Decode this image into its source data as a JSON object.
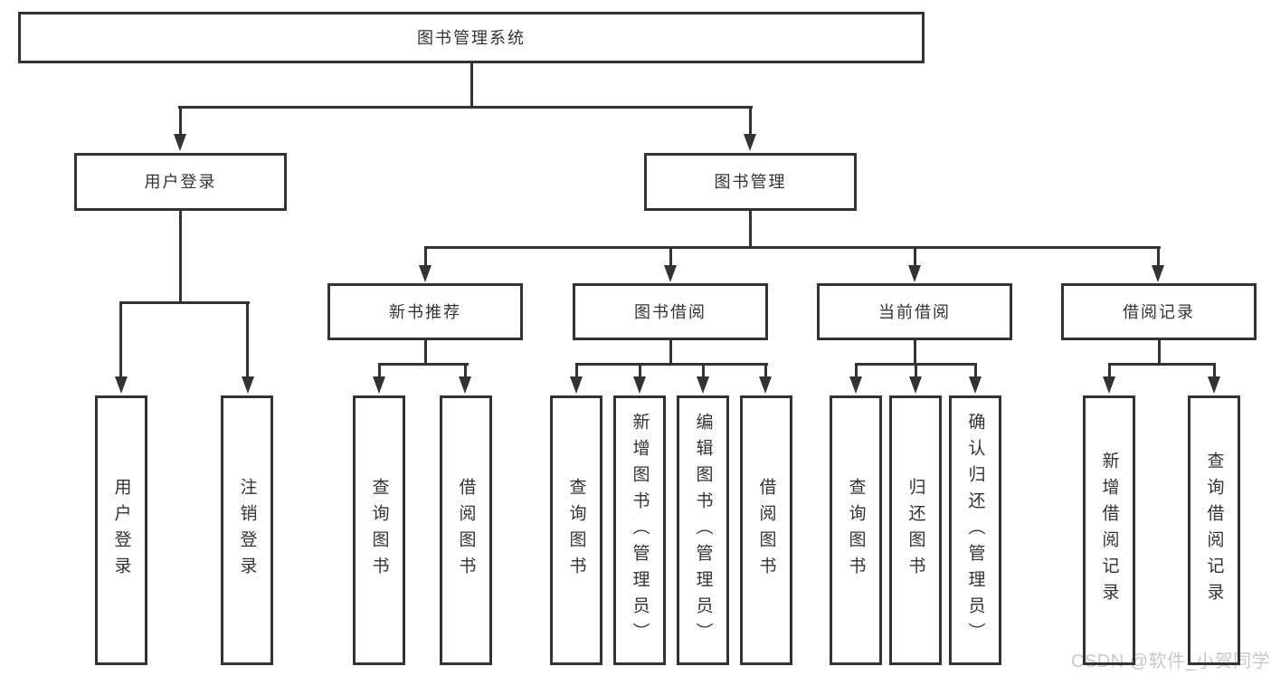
{
  "colors": {
    "line": "#333333",
    "text": "#333333",
    "background": "#ffffff",
    "watermark": "#c8c8c8"
  },
  "watermark": {
    "text": "CSDN @软件_小贺同学"
  },
  "diagram": {
    "type": "hierarchy-tree",
    "root": {
      "label": "图书管理系统"
    },
    "level2": [
      {
        "label": "用户登录"
      },
      {
        "label": "图书管理"
      }
    ],
    "level3": [
      {
        "label": "新书推荐"
      },
      {
        "label": "图书借阅"
      },
      {
        "label": "当前借阅"
      },
      {
        "label": "借阅记录"
      }
    ],
    "children": {
      "login": [
        {
          "label": "用户登录"
        },
        {
          "label": "注销登录"
        }
      ],
      "recommend": [
        {
          "label": "查询图书"
        },
        {
          "label": "借阅图书"
        }
      ],
      "borrow": [
        {
          "label": "查询图书"
        },
        {
          "label": "新增图书（管理员）"
        },
        {
          "label": "编辑图书（管理员）"
        },
        {
          "label": "借阅图书"
        }
      ],
      "current": [
        {
          "label": "查询图书"
        },
        {
          "label": "归还图书"
        },
        {
          "label": "确认归还（管理员）"
        }
      ],
      "records": [
        {
          "label": "新增借阅记录"
        },
        {
          "label": "查询借阅记录"
        }
      ]
    }
  }
}
